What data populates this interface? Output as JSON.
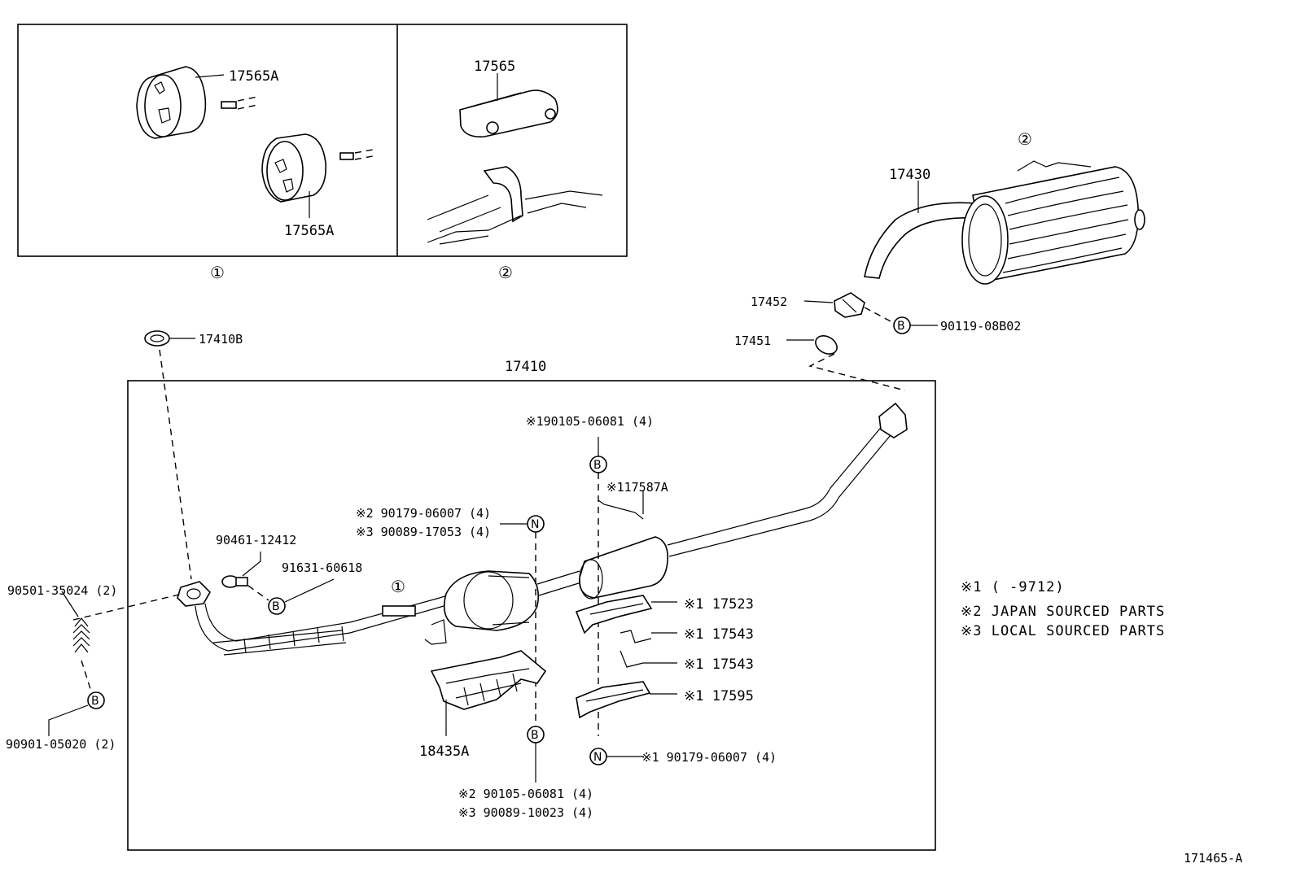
{
  "inset_labels": {
    "left_tag": "①",
    "right_tag": "②",
    "p17565A_top": "17565A",
    "p17565A_bottom": "17565A",
    "p17565": "17565"
  },
  "parts": {
    "p17430": "17430",
    "p17430_tag": "②",
    "p17452": "17452",
    "p17451": "17451",
    "p90119": "90119-08B02",
    "p17410B": "17410B",
    "p17410": "17410",
    "p90105_top": "※190105-06081 (4)",
    "p117587A": "※117587A",
    "p90179_j": "※2  90179-06007 (4)",
    "p90089_l": "※3  90089-17053 (4)",
    "p90461": "90461-12412",
    "p91631": "91631-60618",
    "p90501": "90501-35024 (2)",
    "p90901": "90901-05020 (2)",
    "pipe_tag": "①",
    "p17523": "※1 17523",
    "p17543a": "※1 17543",
    "p17543b": "※1 17543",
    "p17595": "※1  17595",
    "p18435A": "18435A",
    "p90179_bottom": "※1  90179-06007 (4)",
    "p90105_bottom": "※2  90105-06081 (4)",
    "p90089_bottom": "※3  90089-10023 (4)"
  },
  "markers": {
    "B": "B",
    "N": "N"
  },
  "notes": {
    "n1": "※1 (     -9712)",
    "n2": "※2 JAPAN SOURCED PARTS",
    "n3": "※3 LOCAL SOURCED PARTS"
  },
  "figure_id": "171465-A"
}
